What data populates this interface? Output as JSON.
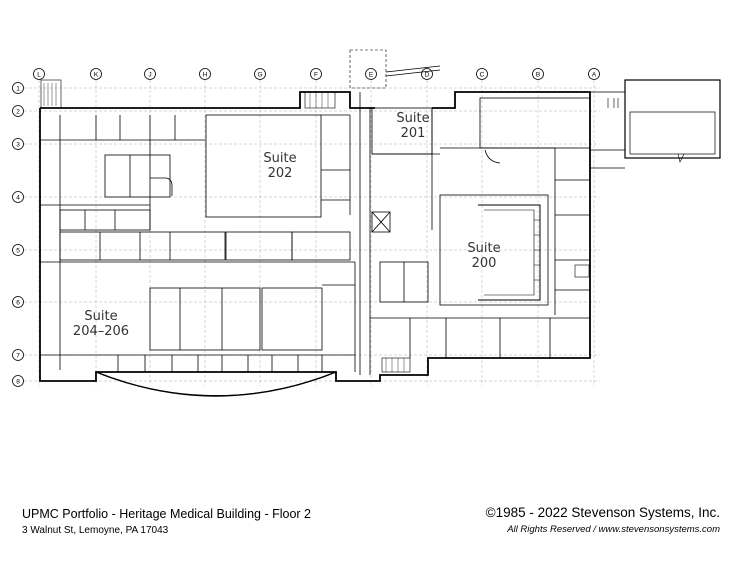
{
  "grid_columns": [
    "L",
    "K",
    "J",
    "H",
    "G",
    "F",
    "E",
    "D",
    "C",
    "B",
    "A"
  ],
  "grid_rows": [
    "1",
    "2",
    "3",
    "4",
    "5",
    "6",
    "7",
    "8"
  ],
  "suites": [
    {
      "id": "suite-202",
      "line1": "Suite",
      "line2": "202"
    },
    {
      "id": "suite-201",
      "line1": "Suite",
      "line2": "201"
    },
    {
      "id": "suite-200",
      "line1": "Suite",
      "line2": "200"
    },
    {
      "id": "suite-204-206",
      "line1": "Suite",
      "line2": "204–206"
    }
  ],
  "footer": {
    "title": "UPMC Portfolio - Heritage Medical Building - Floor 2",
    "address": "3 Walnut St, Lemoyne, PA 17043",
    "copyright": "©1985 - 2022 Stevenson Systems, Inc.",
    "rights": "All Rights Reserved / www.stevensonsystems.com"
  },
  "colors": {
    "line": "#000000",
    "paper": "#ffffff"
  }
}
